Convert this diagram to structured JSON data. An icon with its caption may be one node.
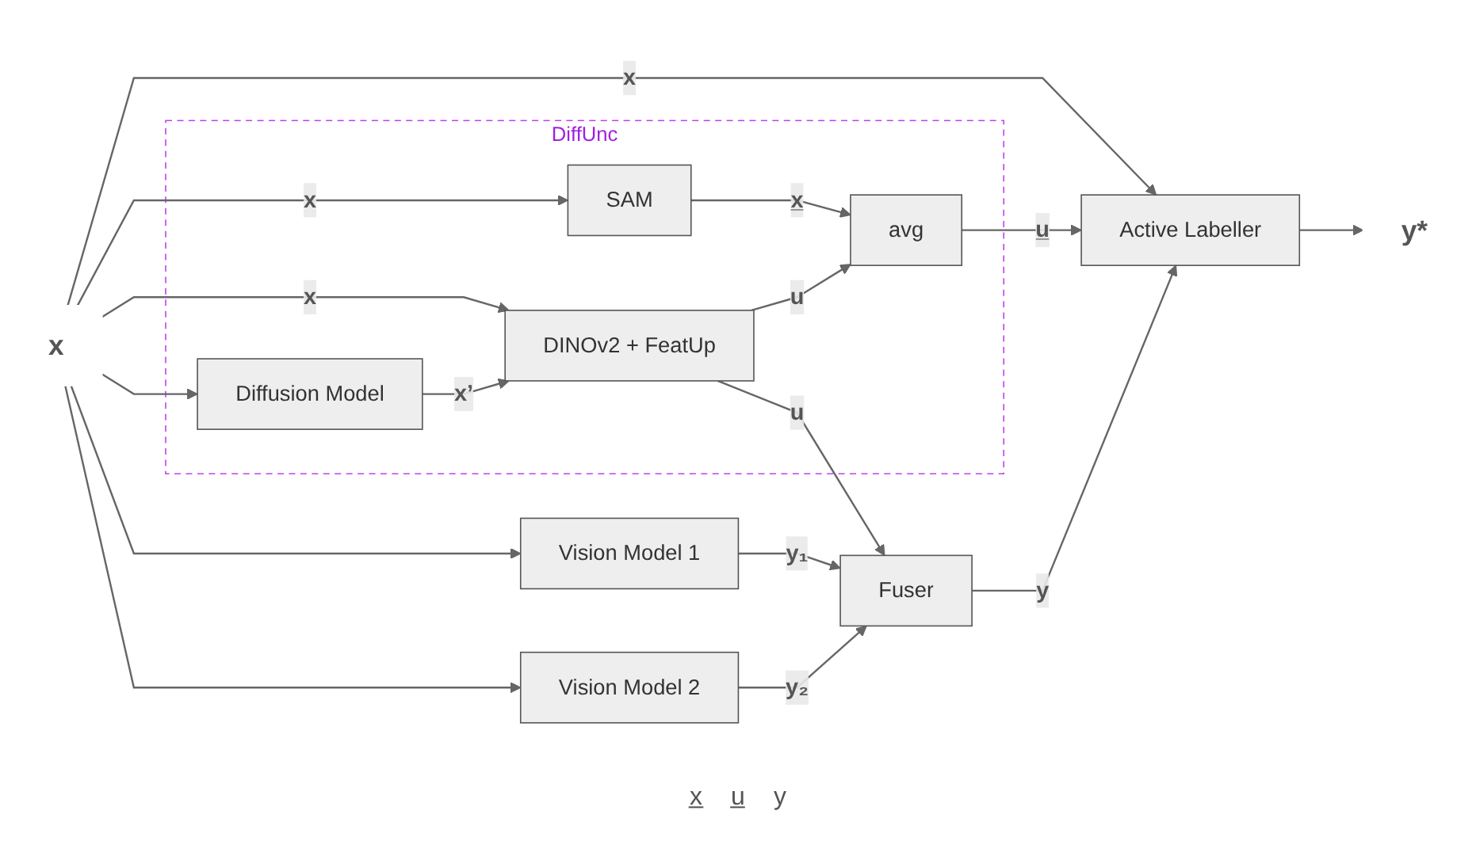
{
  "diagram": {
    "nodes": [
      {
        "text": [
          "DiffUnc"
        ]
      },
      {
        "text": [
          "SAM"
        ],
        "in": 0
      },
      {
        "text": [
          "x"
        ]
      },
      {
        "text": [
          "Diffusion Model"
        ],
        "in": 0
      },
      {
        "text": [
          "DINOv2 + FeatUp"
        ],
        "in": 0
      },
      {
        "text": [
          "avg"
        ],
        "in": 0
      },
      {
        "text": [
          "Active Labeller"
        ]
      },
      {
        "text": [
          "y*"
        ]
      },
      {
        "text": [
          "Vision Model 1"
        ]
      },
      {
        "text": [
          "Vision Model 2"
        ]
      },
      {
        "text": [
          "Fuser"
        ]
      }
    ],
    "edges": [
      {
        "from": 2,
        "to": 1,
        "arrow": "to",
        "label": "x"
      },
      {
        "from": 2,
        "to": 4,
        "arrow": "to",
        "label": "x"
      },
      {
        "from": 2,
        "to": 3,
        "arrow": "to"
      },
      {
        "from": 2,
        "to": 6,
        "arrow": "to",
        "label": "x"
      },
      {
        "from": 2,
        "to": 8,
        "arrow": "to"
      },
      {
        "from": 2,
        "to": 9,
        "arrow": "to"
      },
      {
        "from": 1,
        "to": 5,
        "arrow": "to",
        "label": "x̲"
      },
      {
        "from": 3,
        "to": 4,
        "arrow": "to",
        "label": "x’"
      },
      {
        "from": 4,
        "to": 5,
        "arrow": "to",
        "label": "u"
      },
      {
        "from": 4,
        "to": 10,
        "arrow": "to",
        "label": "u"
      },
      {
        "from": 5,
        "to": 6,
        "arrow": "to",
        "label": "u̲"
      },
      {
        "from": 8,
        "to": 10,
        "arrow": "to",
        "label": "y₁"
      },
      {
        "from": 9,
        "to": 10,
        "arrow": "to",
        "label": "y₂"
      },
      {
        "from": 10,
        "to": 6,
        "arrow": "to",
        "label": "y"
      },
      {
        "from": 6,
        "to": 7,
        "arrow": "to"
      }
    ],
    "labels": [
      "x̲",
      "u̲",
      "y"
    ]
  }
}
